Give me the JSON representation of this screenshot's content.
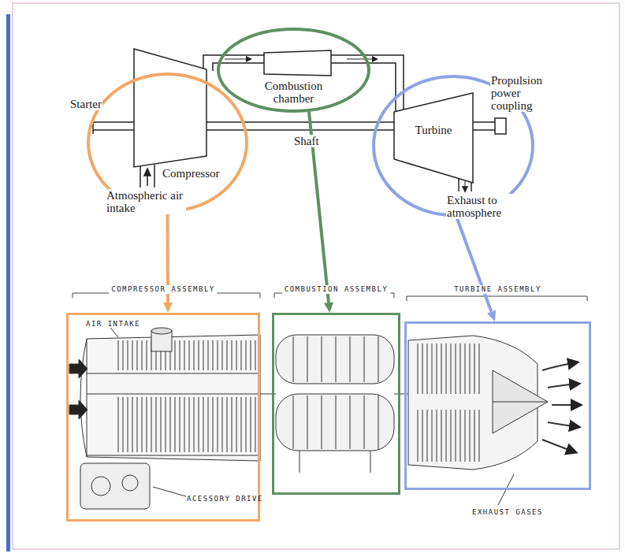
{
  "diagram": {
    "nodes": [
      {
        "text": [
          "Compressor"
        ]
      },
      {
        "text": [
          "Combustion chamber"
        ]
      },
      {
        "text": [
          "Turbine"
        ]
      },
      {
        "text": [
          "COMPRESSOR ASSEMBLY",
          "AIR INTAKE",
          "ACESSORY DRIVE"
        ]
      },
      {
        "text": [
          "COMBUSTION ASSEMBLY"
        ]
      },
      {
        "text": [
          "TURBINE ASSEMBLY"
        ]
      }
    ],
    "edges": [
      {
        "from": 0,
        "to": 3,
        "arrow": "to"
      },
      {
        "from": 1,
        "to": 4,
        "arrow": "to"
      },
      {
        "from": 2,
        "to": 5,
        "arrow": "to"
      }
    ],
    "labels": [
      "Starter",
      "Propulsion power coupling",
      "Shaft",
      "Atmospheric air intake",
      "Exhaust to atmosphere",
      "EXHAUST GASES"
    ]
  }
}
